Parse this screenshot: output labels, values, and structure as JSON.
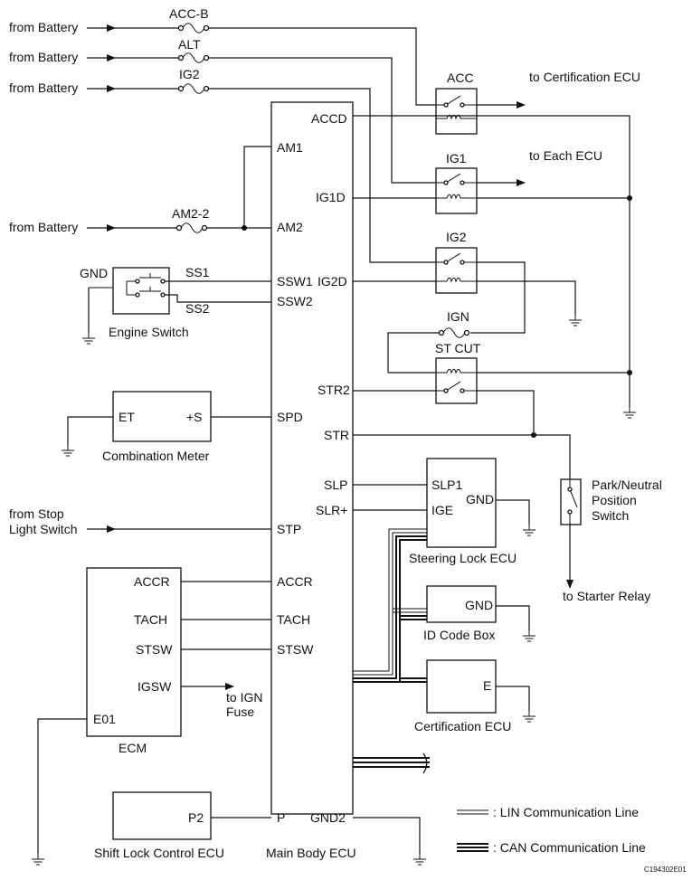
{
  "labels": {
    "from_battery": "from Battery",
    "fuse_accb": "ACC-B",
    "fuse_alt": "ALT",
    "fuse_ig2": "IG2",
    "fuse_am22": "AM2-2",
    "fuse_ign": "IGN",
    "relay_acc": "ACC",
    "relay_ig1": "IG1",
    "relay_ig2": "IG2",
    "relay_stcut": "ST CUT",
    "to_cert_ecu": "to Certification ECU",
    "to_each_ecu": "to Each ECU",
    "gnd": "GND",
    "ss1": "SS1",
    "ss2": "SS2",
    "engine_switch": "Engine Switch",
    "et": "ET",
    "plus_s": "+S",
    "combination_meter": "Combination Meter",
    "from_stop": "from Stop",
    "light_switch": "Light Switch",
    "accr": "ACCR",
    "tach": "TACH",
    "stsw": "STSW",
    "igsw": "IGSW",
    "e01": "E01",
    "to_ign": "to IGN",
    "fuse_word": "Fuse",
    "ecm": "ECM",
    "p2": "P2",
    "shift_lock": "Shift Lock Control ECU",
    "pins": {
      "accd": "ACCD",
      "am1": "AM1",
      "ig1d": "IG1D",
      "am2": "AM2",
      "ssw1": "SSW1",
      "ig2d": "IG2D",
      "ssw2": "SSW2",
      "str2": "STR2",
      "spd": "SPD",
      "str": "STR",
      "slp": "SLP",
      "slr": "SLR+",
      "stp": "STP",
      "accr": "ACCR",
      "tach": "TACH",
      "stsw": "STSW",
      "p": "P",
      "gnd2": "GND2"
    },
    "main_body_ecu": "Main Body ECU",
    "slp1": "SLP1",
    "ige": "IGE",
    "steering_lock_ecu": "Steering Lock ECU",
    "id_code_box": "ID Code Box",
    "e": "E",
    "certification_ecu": "Certification ECU",
    "park_neutral_1": "Park/Neutral",
    "park_neutral_2": "Position",
    "park_neutral_3": "Switch",
    "to_starter_relay": "to Starter Relay",
    "lin_legend": ": LIN Communication Line",
    "can_legend": ": CAN Communication Line",
    "figure_code": "C194302E01"
  }
}
